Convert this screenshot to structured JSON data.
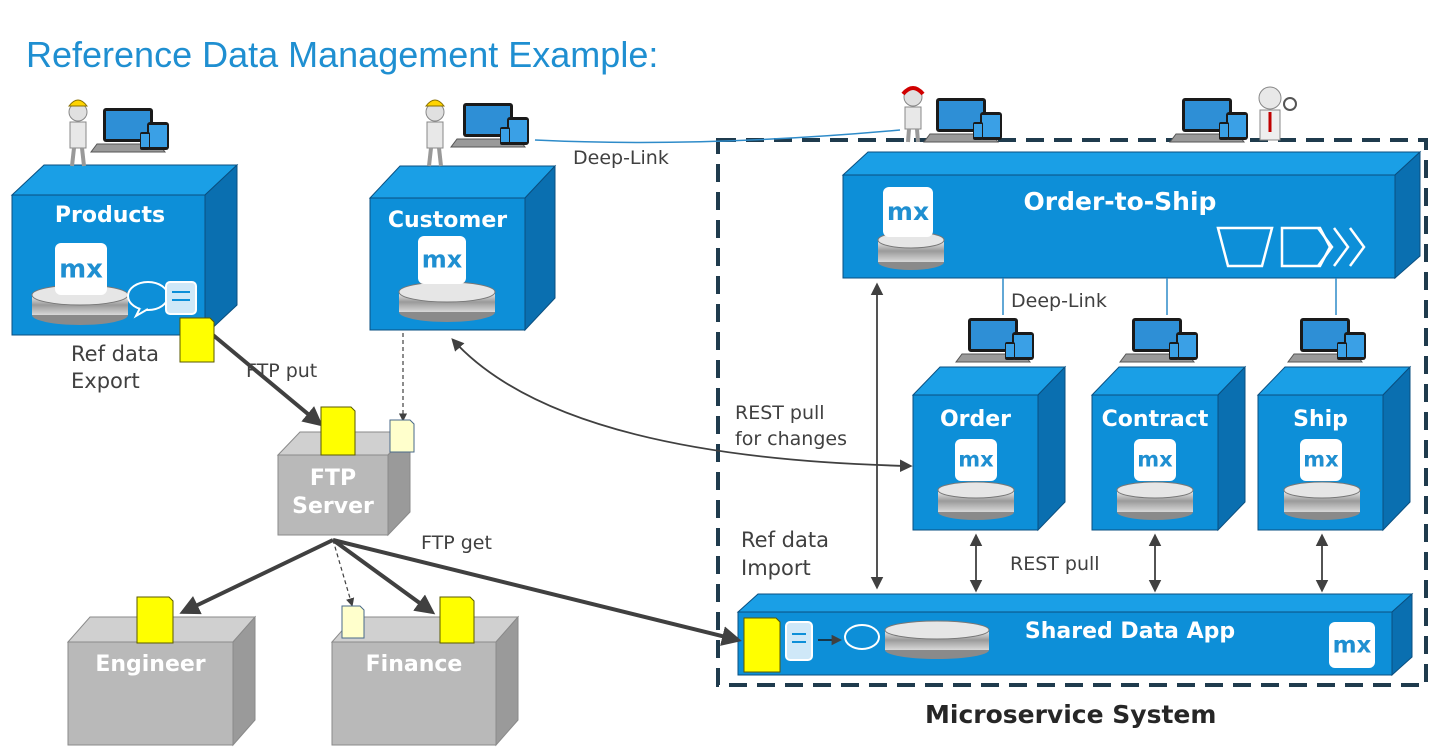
{
  "title": "Reference Data Management Example:",
  "boxes": {
    "products": "Products",
    "customer": "Customer",
    "order_to_ship": "Order-to-Ship",
    "order": "Order",
    "contract": "Contract",
    "ship": "Ship",
    "shared_data_app": "Shared Data App",
    "ftp_server": [
      "FTP",
      "Server"
    ],
    "engineer": "Engineer",
    "finance": "Finance"
  },
  "labels": {
    "ref_data_export": [
      "Ref data",
      "Export"
    ],
    "ftp_put": "FTP put",
    "ftp_get": "FTP get",
    "deep_link_top": "Deep-Link",
    "deep_link_mid": "Deep-Link",
    "rest_pull_changes": [
      "REST pull",
      "for changes"
    ],
    "ref_data_import": [
      "Ref data",
      "Import"
    ],
    "rest_pull": "REST pull",
    "microservice_system": "Microservice System"
  },
  "logo_text": "mx",
  "colors": {
    "title": "#1f8fd1",
    "box_front": "#0d8fd8",
    "box_side": "#0a6fb0",
    "box_top": "#1a9fe6",
    "grey_front": "#b9b9b9",
    "document": "#ffff00",
    "dashed_border": "#1f3b4d"
  },
  "icons": [
    "person-icon",
    "laptop-icon",
    "database-icon",
    "document-icon",
    "mx-logo-icon",
    "process-chevron-icon"
  ]
}
